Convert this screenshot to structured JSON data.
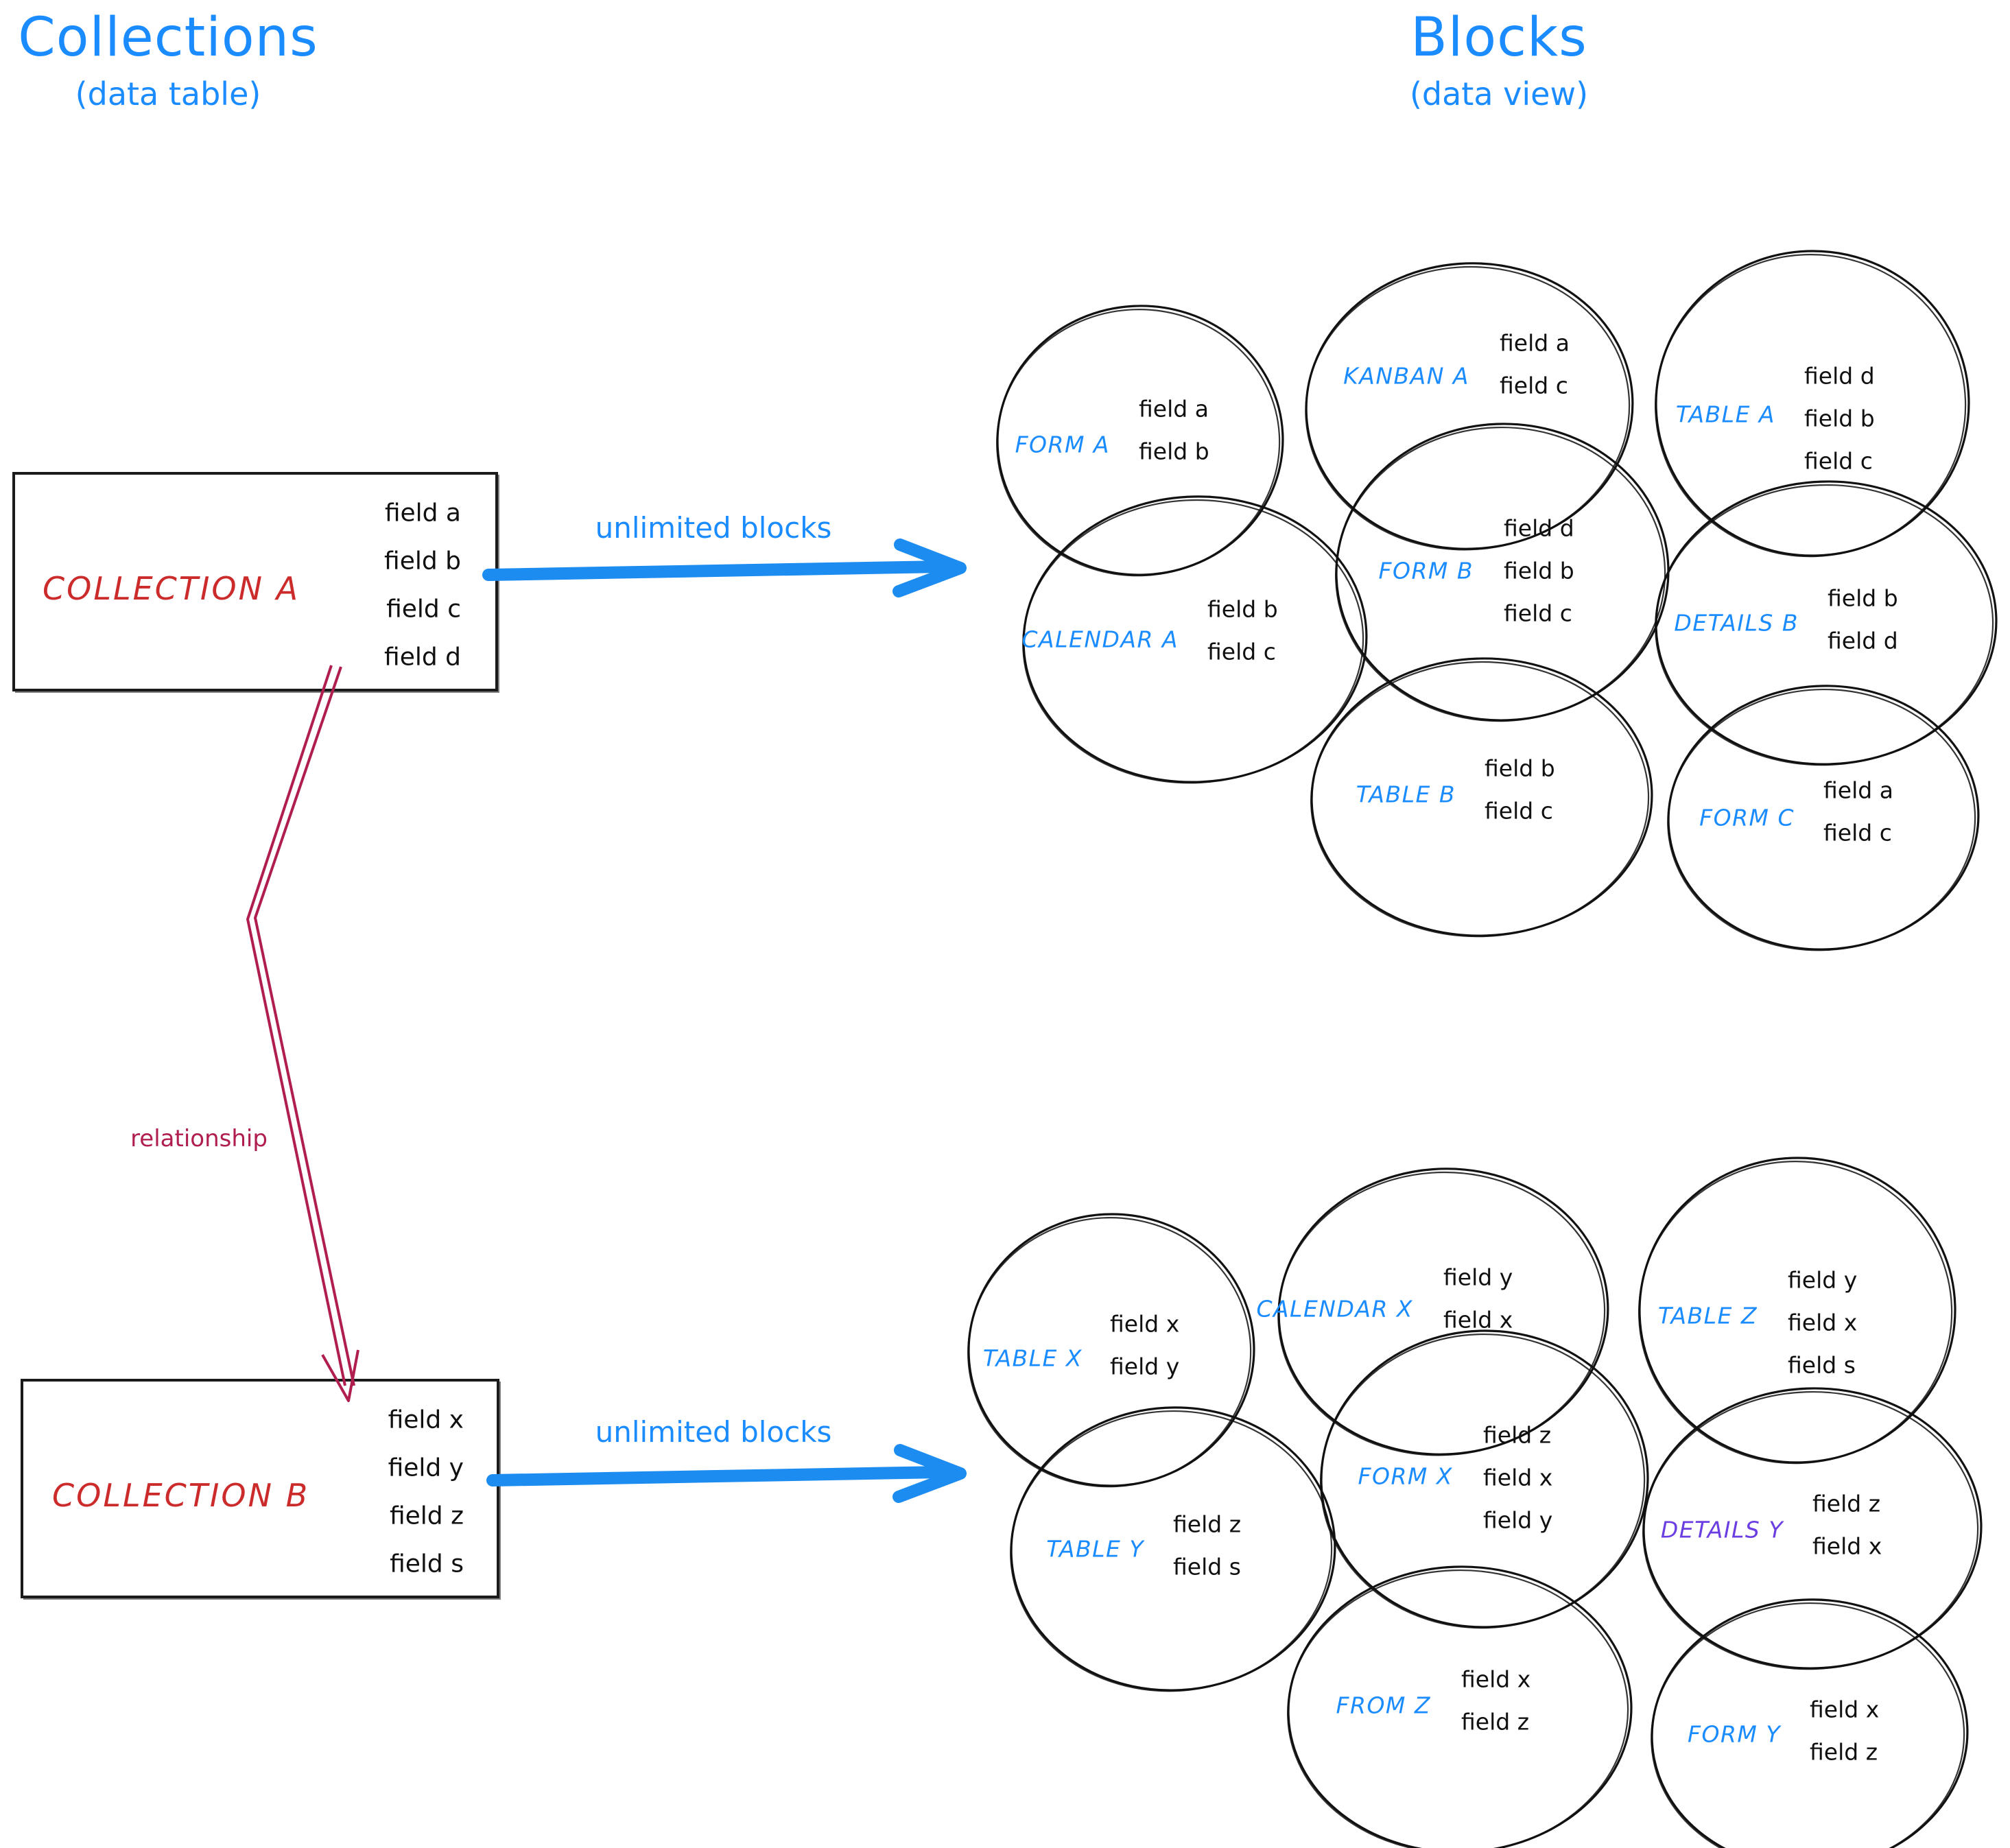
{
  "headings": {
    "left_title": "Collections",
    "left_subtitle": "(data table)",
    "right_title": "Blocks",
    "right_subtitle": "(data view)"
  },
  "colors": {
    "accent_blue": "#1a8cff",
    "collection_red": "#cc2b2b",
    "relationship_crimson": "#b01e4f",
    "details_purple": "#6a3ee0",
    "ink_black": "#111111"
  },
  "collections": [
    {
      "name": "COLLECTION A",
      "fields": [
        "field a",
        "field b",
        "field c",
        "field d"
      ],
      "arrow_label": "unlimited blocks"
    },
    {
      "name": "COLLECTION B",
      "fields": [
        "field x",
        "field y",
        "field z",
        "field s"
      ],
      "arrow_label": "unlimited blocks"
    }
  ],
  "relationship": {
    "label": "relationship"
  },
  "block_groups": [
    {
      "source": "COLLECTION A",
      "blocks": [
        {
          "name": "FORM A",
          "fields": [
            "field a",
            "field b"
          ],
          "color": "blue"
        },
        {
          "name": "KANBAN A",
          "fields": [
            "field a",
            "field c"
          ],
          "color": "blue"
        },
        {
          "name": "TABLE A",
          "fields": [
            "field d",
            "field b",
            "field c"
          ],
          "color": "blue"
        },
        {
          "name": "CALENDAR A",
          "fields": [
            "field b",
            "field c"
          ],
          "color": "blue"
        },
        {
          "name": "FORM B",
          "fields": [
            "field d",
            "field b",
            "field c"
          ],
          "color": "blue"
        },
        {
          "name": "DETAILS B",
          "fields": [
            "field b",
            "field d"
          ],
          "color": "blue"
        },
        {
          "name": "TABLE B",
          "fields": [
            "field b",
            "field c"
          ],
          "color": "blue"
        },
        {
          "name": "FORM C",
          "fields": [
            "field a",
            "field c"
          ],
          "color": "blue"
        }
      ]
    },
    {
      "source": "COLLECTION B",
      "blocks": [
        {
          "name": "TABLE X",
          "fields": [
            "field x",
            "field y"
          ],
          "color": "blue"
        },
        {
          "name": "CALENDAR X",
          "fields": [
            "field y",
            "field x"
          ],
          "color": "blue"
        },
        {
          "name": "TABLE Z",
          "fields": [
            "field y",
            "field x",
            "field s"
          ],
          "color": "blue"
        },
        {
          "name": "TABLE Y",
          "fields": [
            "field z",
            "field s"
          ],
          "color": "blue"
        },
        {
          "name": "FORM X",
          "fields": [
            "field z",
            "field x",
            "field y"
          ],
          "color": "blue"
        },
        {
          "name": "DETAILS Y",
          "fields": [
            "field z",
            "field x"
          ],
          "color": "purple"
        },
        {
          "name": "FROM Z",
          "fields": [
            "field x",
            "field z"
          ],
          "color": "blue"
        },
        {
          "name": "FORM Y",
          "fields": [
            "field x",
            "field z"
          ],
          "color": "blue"
        }
      ]
    }
  ]
}
